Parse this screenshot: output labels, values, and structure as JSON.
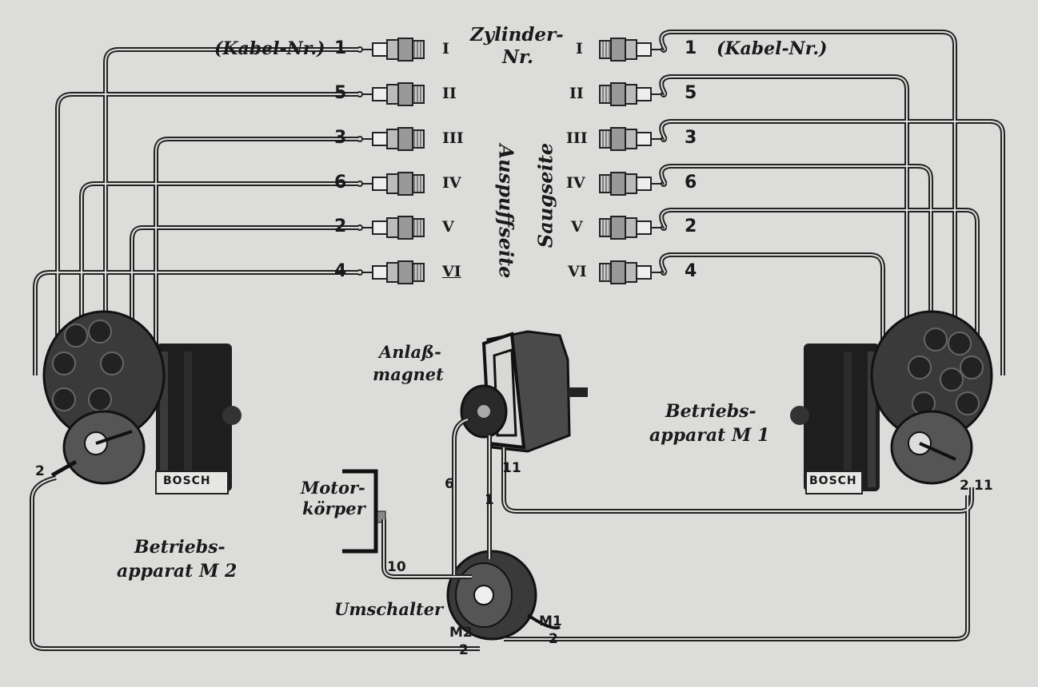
{
  "labels": {
    "cable_nr_left": "(Kabel-Nr.)",
    "cable_nr_right": "(Kabel-Nr.)",
    "zylinder_line1": "Zylinder-",
    "zylinder_line2": "Nr.",
    "auspuffseite": "Auspuffseite",
    "saugseite": "Saugseite",
    "anlass_line1": "Anlaß-",
    "anlass_line2": "magnet",
    "motor_line1": "Motor-",
    "motor_line2": "körper",
    "betriebs_m2_line1": "Betriebs-",
    "betriebs_m2_line2": "apparat M 2",
    "betriebs_m1_line1": "Betriebs-",
    "betriebs_m1_line2": "apparat M 1",
    "umschalter": "Umschalter",
    "bosch_left": "BOSCH",
    "bosch_right": "BOSCH"
  },
  "left_plugs": [
    {
      "cable": "1",
      "cyl": "I"
    },
    {
      "cable": "5",
      "cyl": "II"
    },
    {
      "cable": "3",
      "cyl": "III"
    },
    {
      "cable": "6",
      "cyl": "IV"
    },
    {
      "cable": "2",
      "cyl": "V"
    },
    {
      "cable": "4",
      "cyl": "VI"
    }
  ],
  "right_plugs": [
    {
      "cable": "1",
      "cyl": "I"
    },
    {
      "cable": "5",
      "cyl": "II"
    },
    {
      "cable": "3",
      "cyl": "III"
    },
    {
      "cable": "6",
      "cyl": "IV"
    },
    {
      "cable": "2",
      "cyl": "V"
    },
    {
      "cable": "4",
      "cyl": "VI"
    }
  ],
  "wire_numbers": {
    "w6": "6",
    "w1": "1",
    "w11_upper": "11",
    "w10": "10",
    "w2_left": "2",
    "w2_right_mag": "2",
    "w11_right_mag": "11",
    "w2_bottom_left": "2",
    "w2_bottom_right": "2",
    "m1": "M1",
    "m2": "M2"
  },
  "colors": {
    "paper": "#dcdcda",
    "ink": "#1a1a1a"
  }
}
